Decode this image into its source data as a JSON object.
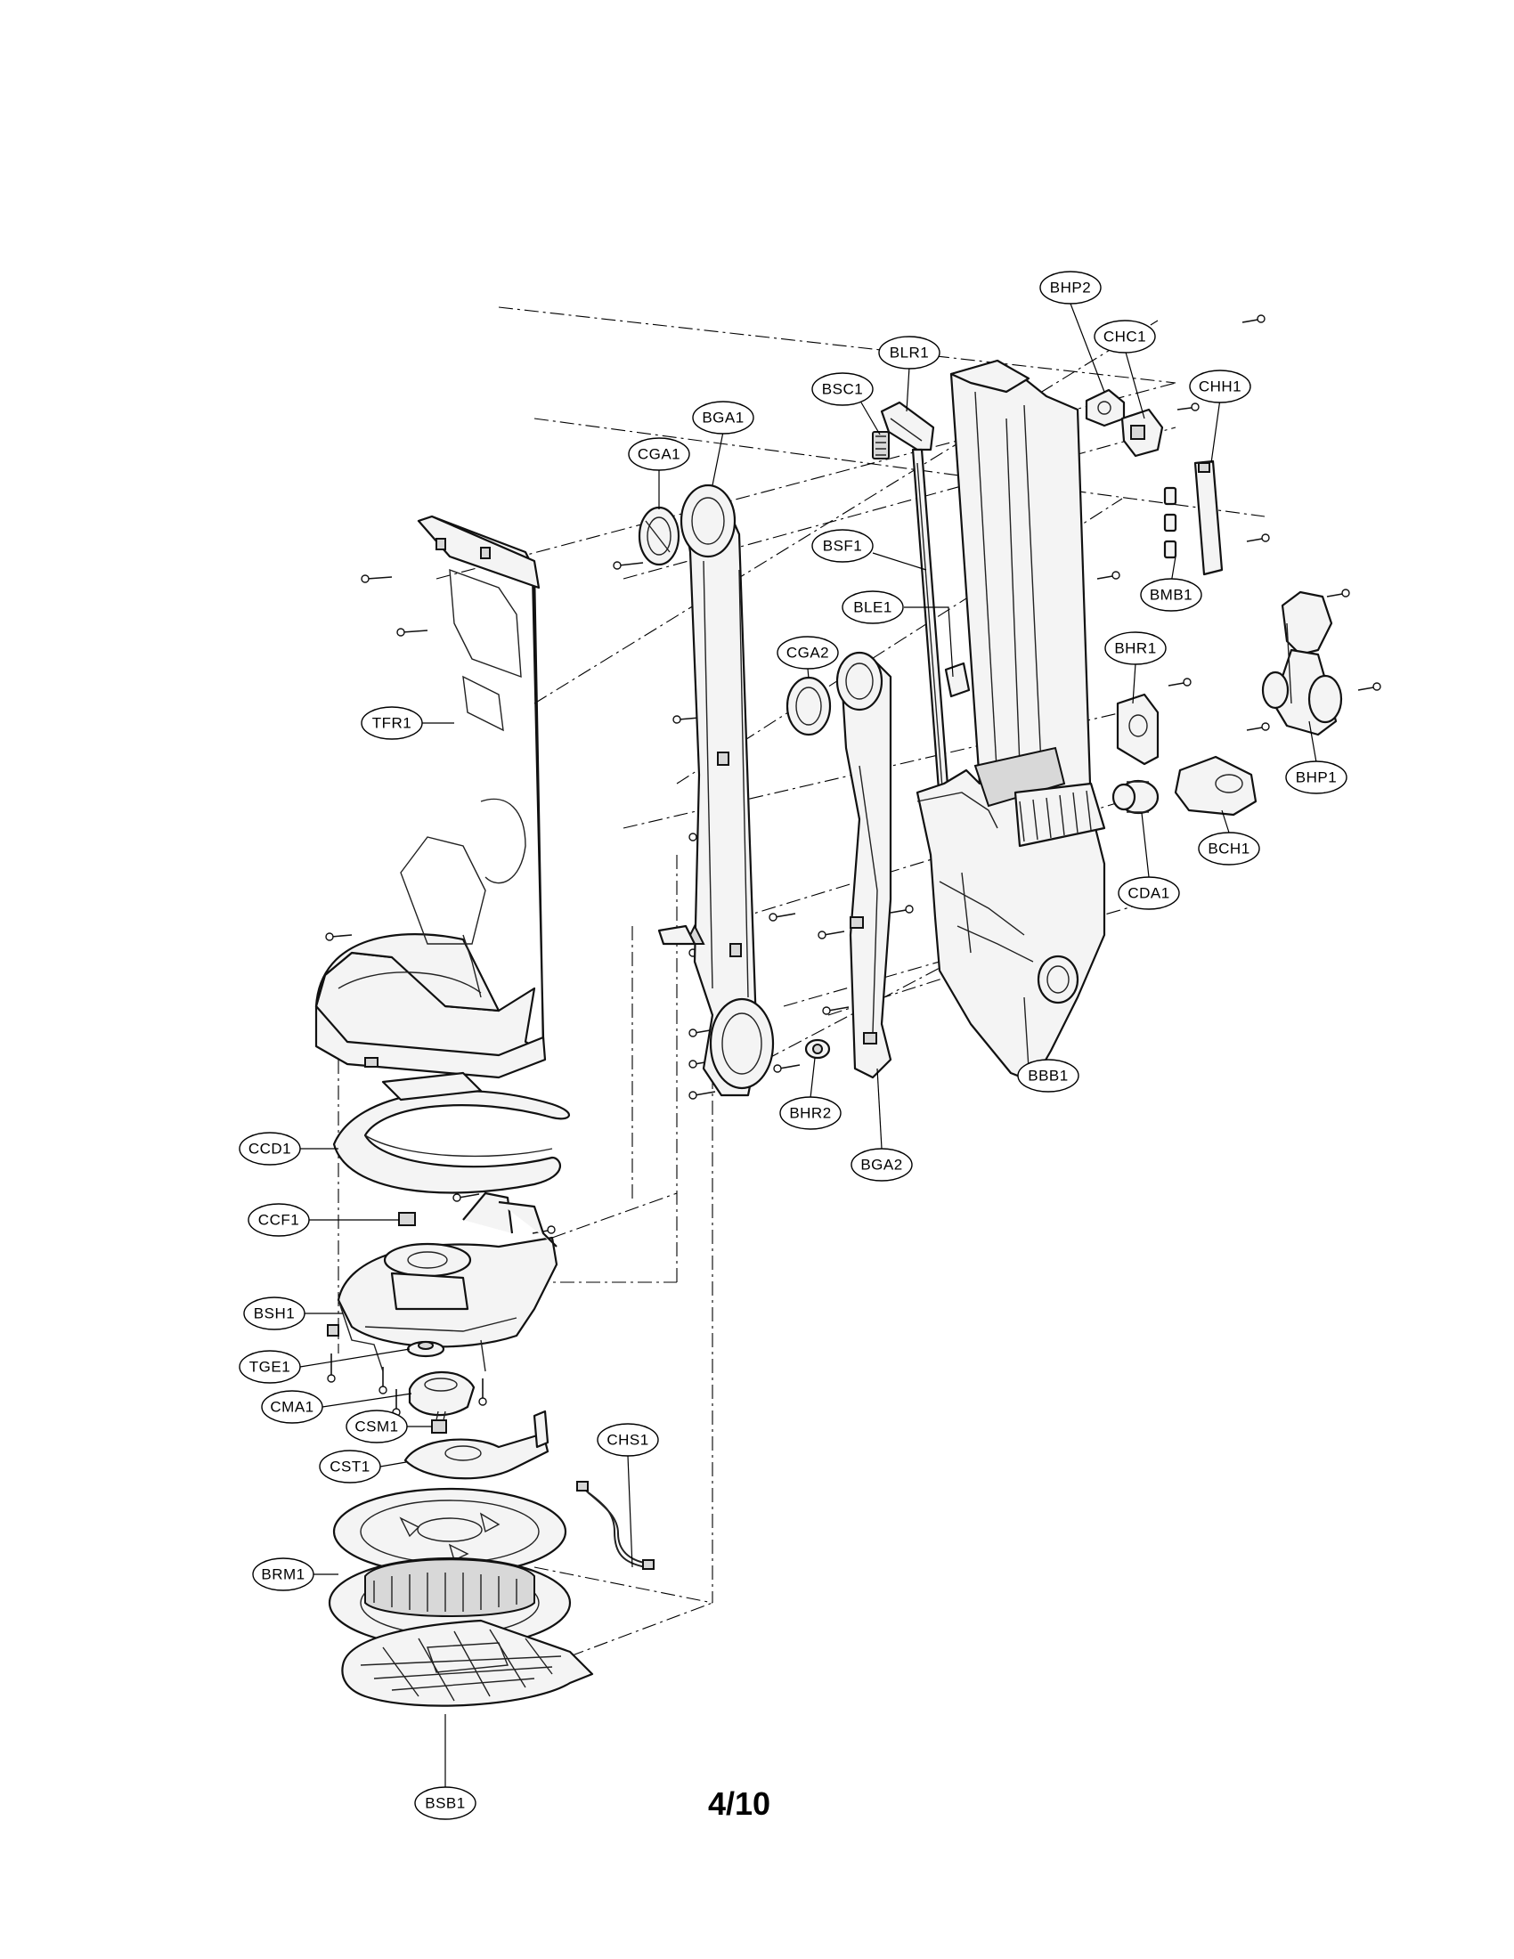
{
  "page_number": "4/10",
  "labels": {
    "BHP2": "BHP2",
    "CHC1": "CHC1",
    "BLR1": "BLR1",
    "CHH1": "CHH1",
    "BSC1": "BSC1",
    "BGA1": "BGA1",
    "CGA1": "CGA1",
    "BSF1": "BSF1",
    "BMB1": "BMB1",
    "BLE1": "BLE1",
    "BHR1": "BHR1",
    "CGA2": "CGA2",
    "TFR1": "TFR1",
    "BHP1": "BHP1",
    "BCH1": "BCH1",
    "CDA1": "CDA1",
    "BBB1": "BBB1",
    "BHR2": "BHR2",
    "BGA2": "BGA2",
    "CCD1": "CCD1",
    "CCF1": "CCF1",
    "BSH1": "BSH1",
    "TGE1": "TGE1",
    "CMA1": "CMA1",
    "CSM1": "CSM1",
    "CST1": "CST1",
    "CHS1": "CHS1",
    "BRM1": "BRM1",
    "BSB1": "BSB1"
  }
}
